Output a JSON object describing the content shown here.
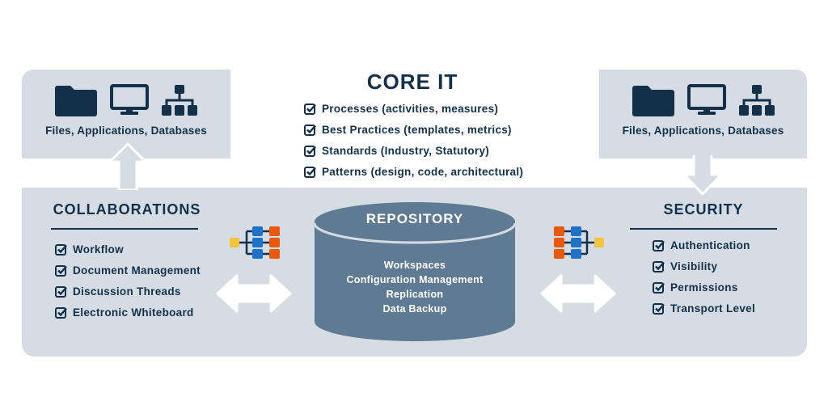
{
  "colors": {
    "panel": "#d6dce3",
    "navy": "#13304a",
    "repository": "#5f7a93",
    "blue_node": "#1e73c8",
    "orange_node": "#e8590c",
    "yellow_node": "#f5c33b",
    "arrow": "#ffffff"
  },
  "top_left_box": {
    "icons": [
      "folder-icon",
      "monitor-icon",
      "sitemap-icon"
    ],
    "label": "Files, Applications, Databases",
    "arrow": "up-arrow"
  },
  "top_right_box": {
    "icons": [
      "folder-icon",
      "monitor-icon",
      "sitemap-icon"
    ],
    "label": "Files, Applications, Databases",
    "arrow": "down-arrow"
  },
  "core_it": {
    "title": "CORE IT",
    "items": [
      "Processes (activities, measures)",
      "Best Practices (templates, metrics)",
      "Standards (Industry, Statutory)",
      "Patterns (design, code, architectural)"
    ]
  },
  "collaborations": {
    "title": "COLLABORATIONS",
    "items": [
      "Workflow",
      "Document Management",
      "Discussion Threads",
      "Electronic Whiteboard"
    ]
  },
  "repository": {
    "title": "REPOSITORY",
    "items": [
      "Workspaces",
      "Configuration Management",
      "Replication",
      "Data Backup"
    ]
  },
  "security": {
    "title": "SECURITY",
    "items": [
      "Authentication",
      "Visibility",
      "Permissions",
      "Transport Level"
    ]
  },
  "connectors": {
    "left": {
      "icon": "workflow-tree-icon",
      "arrow": "double-arrow"
    },
    "right": {
      "icon": "workflow-tree-icon",
      "arrow": "double-arrow"
    }
  }
}
